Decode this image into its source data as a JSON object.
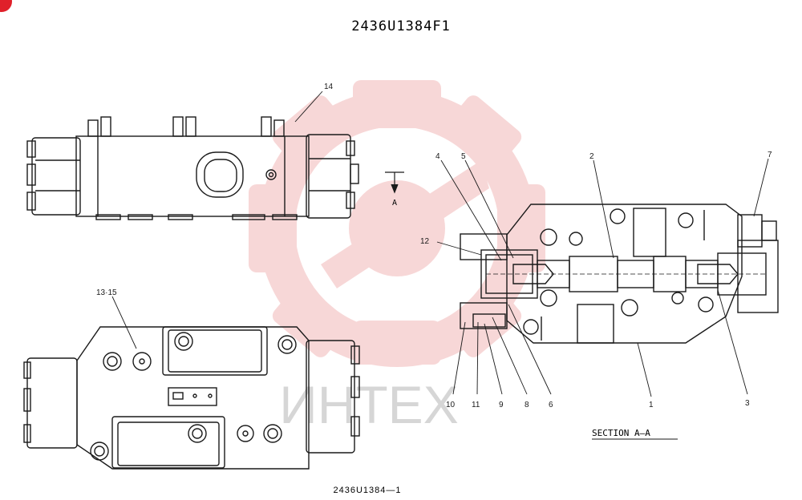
{
  "title": "2436U1384F1",
  "drawing_number": "2436U1384—1",
  "section_label": "SECTION  A—A",
  "section_marker": "A",
  "watermark_text": "ИНТЕХ",
  "callouts": {
    "c1": "1",
    "c2": "2",
    "c3": "3",
    "c4": "4",
    "c5": "5",
    "c6": "6",
    "c7": "7",
    "c8": "8",
    "c9": "9",
    "c10": "10",
    "c11": "11",
    "c12": "12",
    "c13": "13·15",
    "c14": "14"
  },
  "colors": {
    "line": "#1a1a1a",
    "watermark": "#f2b8b8",
    "watermark_text": "#d6d6d6",
    "corner_badge": "#e0202a"
  }
}
